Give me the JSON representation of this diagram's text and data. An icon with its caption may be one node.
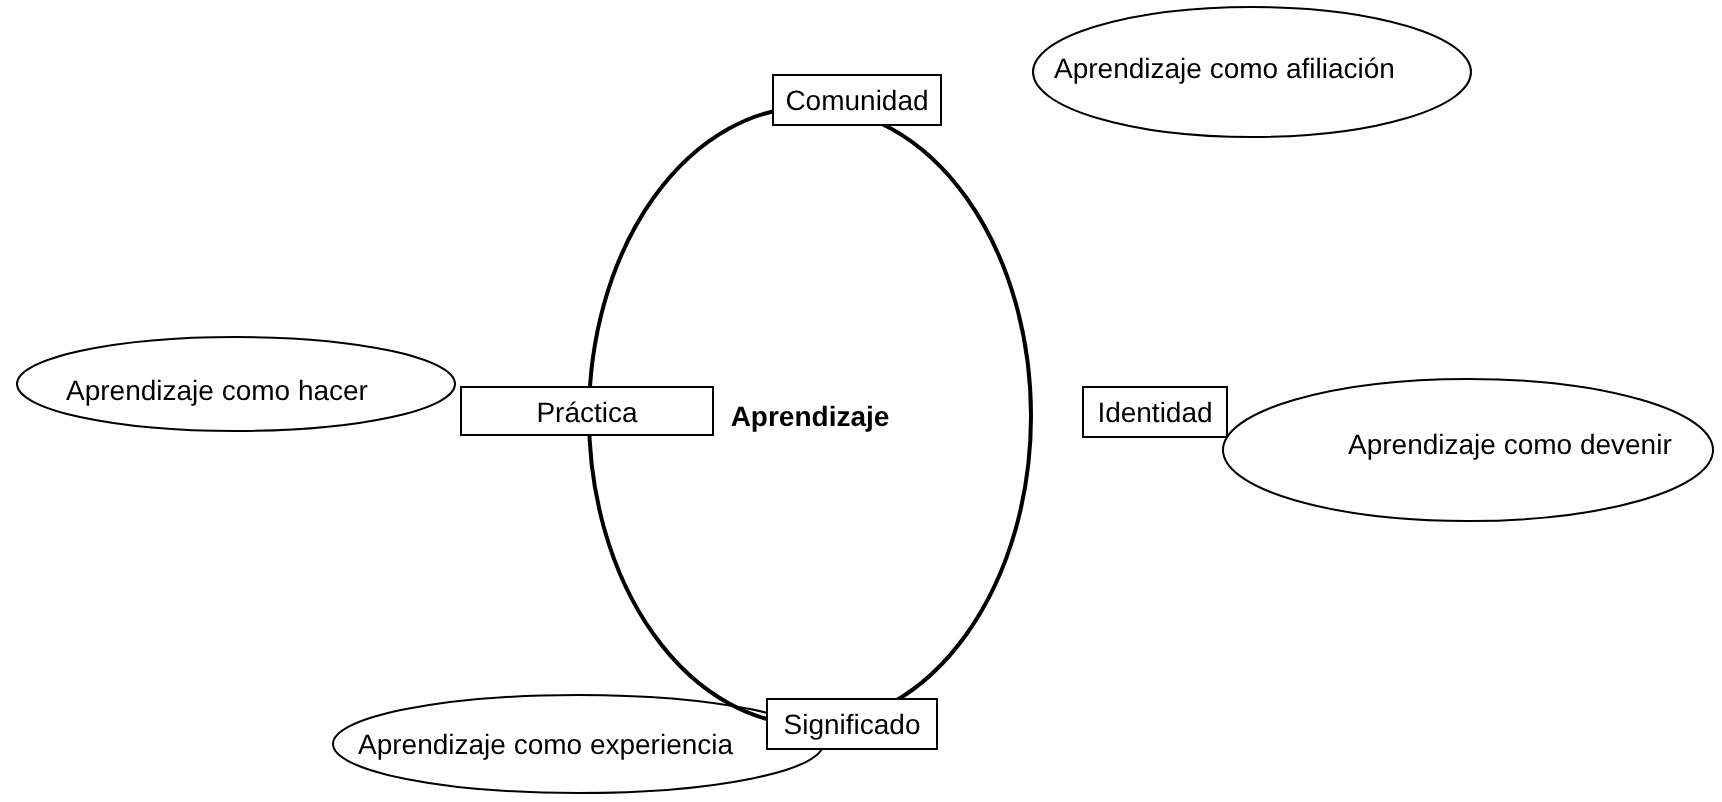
{
  "diagram": {
    "nodes": [
      {
        "text": [
          "Aprendizaje"
        ]
      },
      {
        "text": [
          "Comunidad"
        ]
      },
      {
        "text": [
          "Aprendizaje como afiliación"
        ]
      },
      {
        "text": [
          "Práctica"
        ]
      },
      {
        "text": [
          "Aprendizaje como hacer"
        ]
      },
      {
        "text": [
          "Identidad"
        ]
      },
      {
        "text": [
          "Aprendizaje como devenir"
        ]
      },
      {
        "text": [
          "Significado"
        ]
      },
      {
        "text": [
          "Aprendizaje como experiencia"
        ]
      }
    ]
  }
}
